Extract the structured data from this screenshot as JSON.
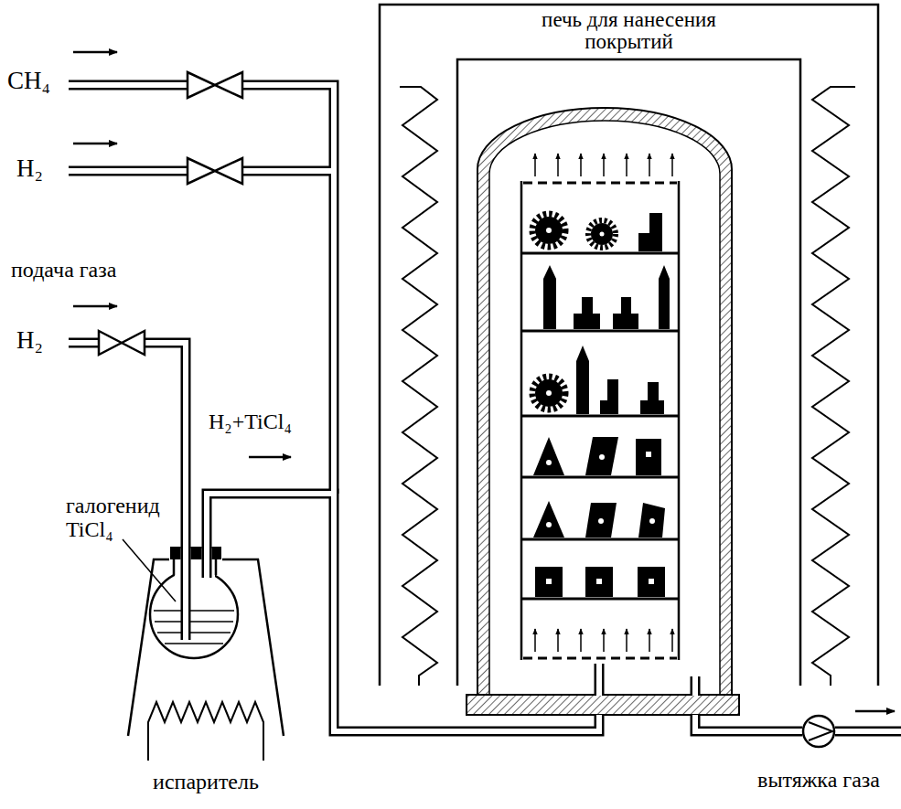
{
  "diagram": {
    "nodes": [
      {
        "text": [
          "печь для нанесения покрытий"
        ]
      },
      {
        "text": [
          "испаритель"
        ]
      },
      {
        "text": [
          "вытяжка газа"
        ]
      }
    ],
    "edges": [
      {
        "from": 1,
        "to": 0,
        "arrow": "none",
        "label": "H₂+TiCl₄"
      },
      {
        "from": 0,
        "to": 2,
        "arrow": "none"
      }
    ],
    "labels": [
      "CH₄",
      "H₂",
      "подача газа",
      "H₂",
      "галогенид TiCl₄"
    ]
  }
}
